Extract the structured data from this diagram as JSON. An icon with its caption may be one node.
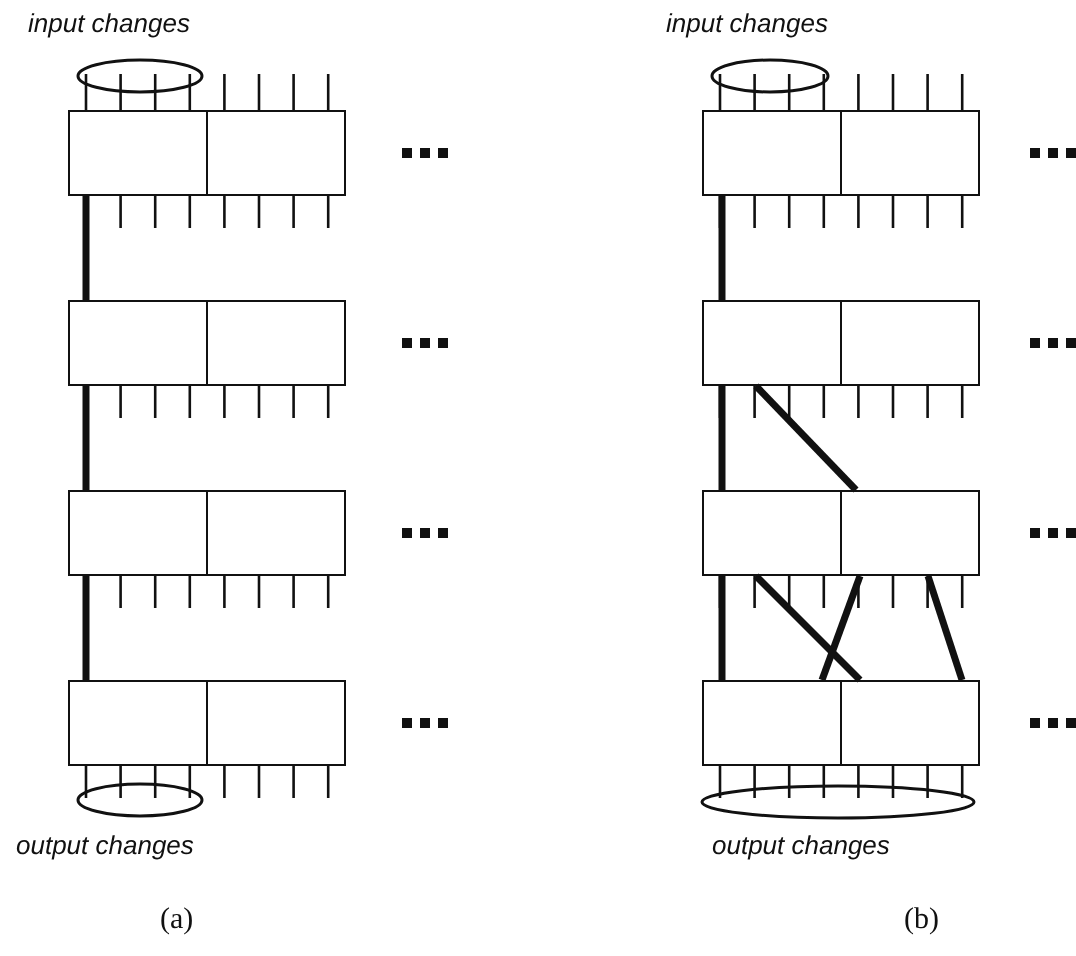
{
  "diagram": {
    "nodes": [
      {
        "text": [],
        "shape": "box"
      },
      {
        "text": [],
        "shape": "box"
      },
      {
        "text": [],
        "shape": "box"
      },
      {
        "text": [],
        "shape": "box"
      },
      {
        "text": [],
        "shape": "box"
      },
      {
        "text": [],
        "shape": "box"
      },
      {
        "text": [],
        "shape": "box"
      },
      {
        "text": [],
        "shape": "box"
      },
      {
        "text": [],
        "shape": "box"
      },
      {
        "text": [],
        "shape": "box"
      },
      {
        "text": [],
        "shape": "box"
      },
      {
        "text": [],
        "shape": "box"
      },
      {
        "text": [],
        "shape": "box"
      },
      {
        "text": [],
        "shape": "box"
      },
      {
        "text": [],
        "shape": "box"
      },
      {
        "text": [],
        "shape": "box"
      }
    ],
    "edges": [
      {
        "from": 0,
        "to": 2,
        "arrow": "none"
      },
      {
        "from": 2,
        "to": 4,
        "arrow": "none"
      },
      {
        "from": 4,
        "to": 6,
        "arrow": "none"
      },
      {
        "from": 8,
        "to": 10,
        "arrow": "none"
      },
      {
        "from": 10,
        "to": 12,
        "arrow": "none"
      },
      {
        "from": 10,
        "to": 13,
        "arrow": "none"
      },
      {
        "from": 12,
        "to": 14,
        "arrow": "none"
      },
      {
        "from": 12,
        "to": 15,
        "arrow": "none"
      },
      {
        "from": 13,
        "to": 14,
        "arrow": "none"
      },
      {
        "from": 13,
        "to": 15,
        "arrow": "none"
      }
    ],
    "labels": [
      "input changes",
      "input changes",
      "output changes",
      "output changes",
      "(a)",
      "(b)"
    ]
  }
}
